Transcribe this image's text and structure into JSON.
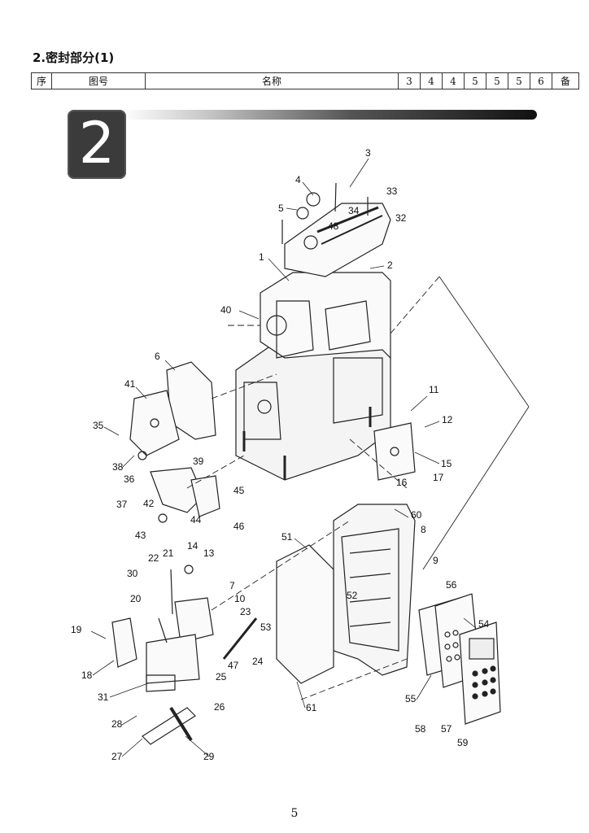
{
  "section_title": "2.密封部分(1)",
  "table_header": [
    "序",
    "图号",
    "名称",
    "3",
    "4",
    "4",
    "5",
    "5",
    "5",
    "6",
    "备"
  ],
  "badge_number": "2",
  "callouts": [
    "1",
    "2",
    "3",
    "4",
    "5",
    "6",
    "7",
    "8",
    "9",
    "10",
    "11",
    "12",
    "13",
    "14",
    "15",
    "16",
    "17",
    "18",
    "19",
    "20",
    "21",
    "22",
    "23",
    "24",
    "25",
    "26",
    "27",
    "28",
    "29",
    "30",
    "31",
    "32",
    "33",
    "34",
    "35",
    "36",
    "37",
    "38",
    "39",
    "40",
    "41",
    "42",
    "43",
    "44",
    "45",
    "46",
    "47",
    "48",
    "51",
    "52",
    "53",
    "54",
    "55",
    "56",
    "57",
    "58",
    "59",
    "60",
    "61"
  ],
  "page_number": "5"
}
